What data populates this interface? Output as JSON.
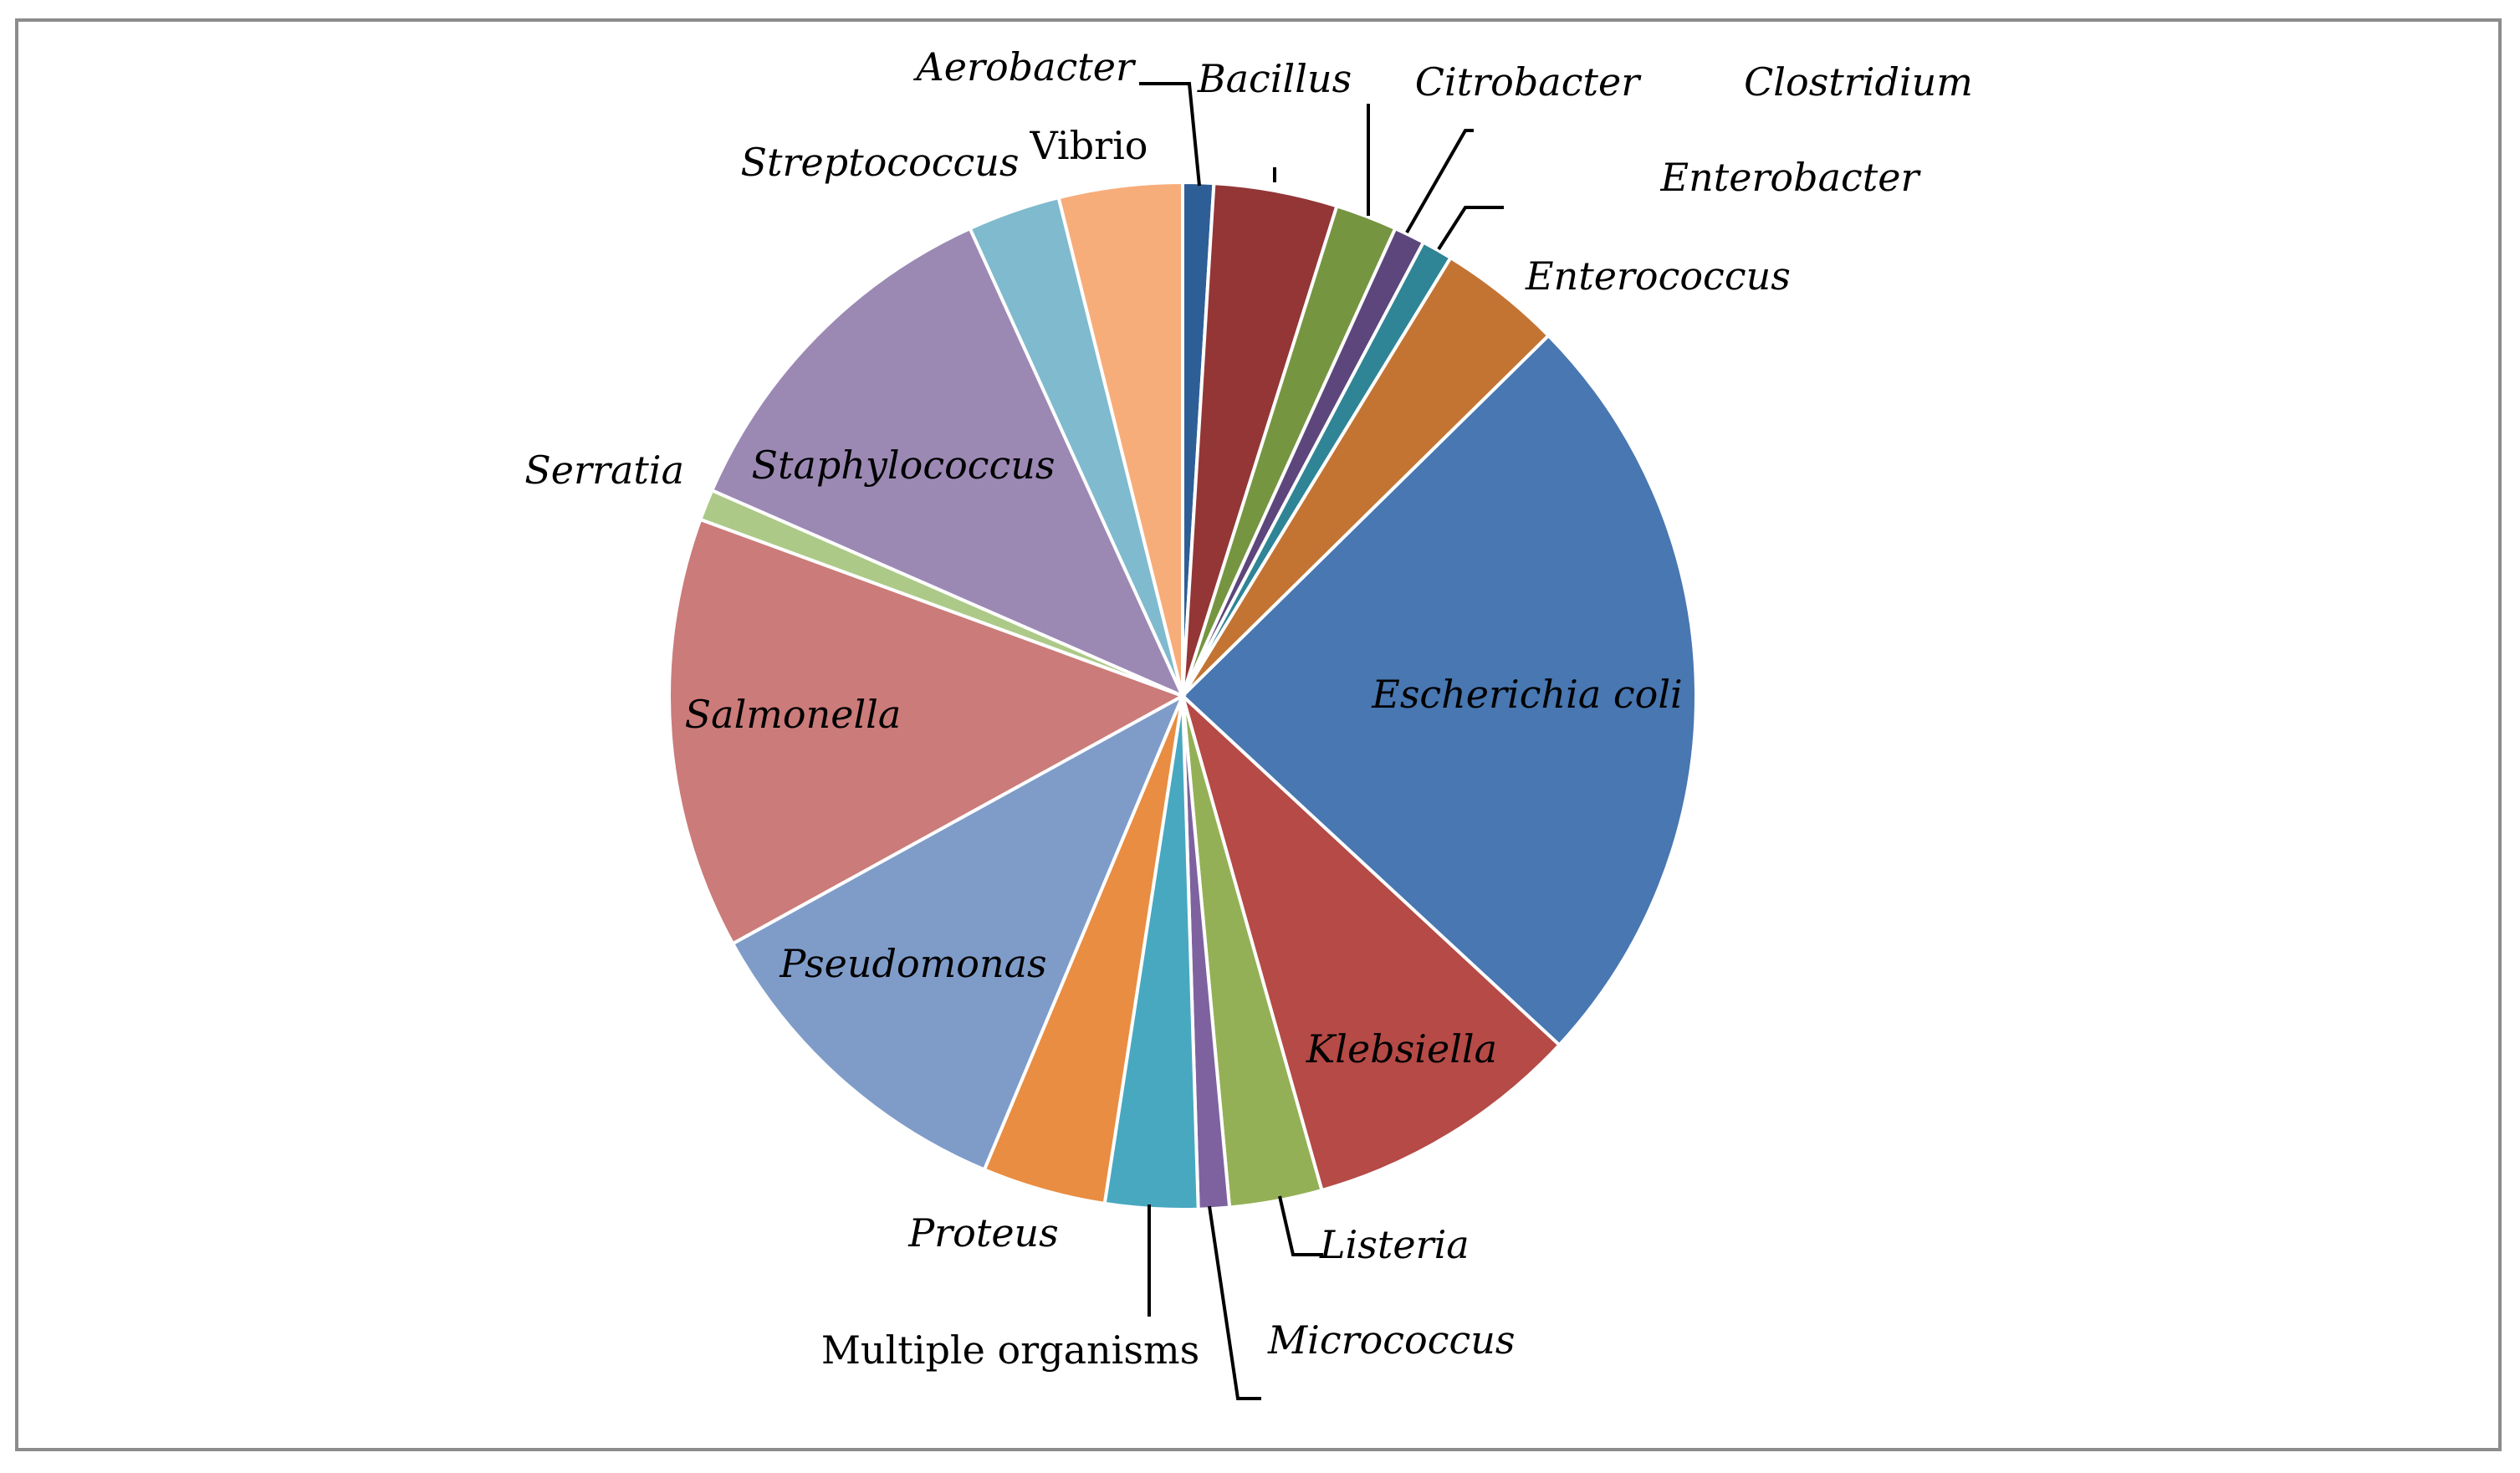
{
  "chart_data": {
    "type": "pie",
    "title": "",
    "start": "12 o'clock, clockwise",
    "slices": [
      {
        "label": "Aerobacter",
        "value": 1.0,
        "color": "#2e5e96",
        "italic": true
      },
      {
        "label": "Bacillus",
        "value": 4.0,
        "color": "#943636",
        "italic": true
      },
      {
        "label": "Citrobacter",
        "value": 2.0,
        "color": "#769541",
        "italic": true
      },
      {
        "label": "Clostridium",
        "value": 1.0,
        "color": "#5c467b",
        "italic": true
      },
      {
        "label": "Enterobacter",
        "value": 1.0,
        "color": "#2f8595",
        "italic": true
      },
      {
        "label": "Enterococcus",
        "value": 4.0,
        "color": "#c37433",
        "italic": true
      },
      {
        "label": "Escherichia coli",
        "value": 25.0,
        "color": "#4877b1",
        "italic": true
      },
      {
        "label": "Klebsiella",
        "value": 9.0,
        "color": "#b54a46",
        "italic": true
      },
      {
        "label": "Listeria",
        "value": 3.0,
        "color": "#94b056",
        "italic": true
      },
      {
        "label": "Micrococcus",
        "value": 1.0,
        "color": "#7e629f",
        "italic": true
      },
      {
        "label": "Multiple organisms",
        "value": 3.0,
        "color": "#48a8c0",
        "italic": false
      },
      {
        "label": "Proteus",
        "value": 4.0,
        "color": "#e88d42",
        "italic": true
      },
      {
        "label": "Pseudomonas",
        "value": 11.0,
        "color": "#7f9cc9",
        "italic": true
      },
      {
        "label": "Salmonella",
        "value": 14.0,
        "color": "#cb7b79",
        "italic": true
      },
      {
        "label": "Serratia",
        "value": 1.0,
        "color": "#acc988",
        "italic": true
      },
      {
        "label": "Staphylococcus",
        "value": 12.0,
        "color": "#9b89b4",
        "italic": true
      },
      {
        "label": "Streptococcus",
        "value": 3.0,
        "color": "#7fbace",
        "italic": true
      },
      {
        "label": "Vibrio",
        "value": 4.0,
        "color": "#f7ad7a",
        "italic": false
      }
    ]
  }
}
